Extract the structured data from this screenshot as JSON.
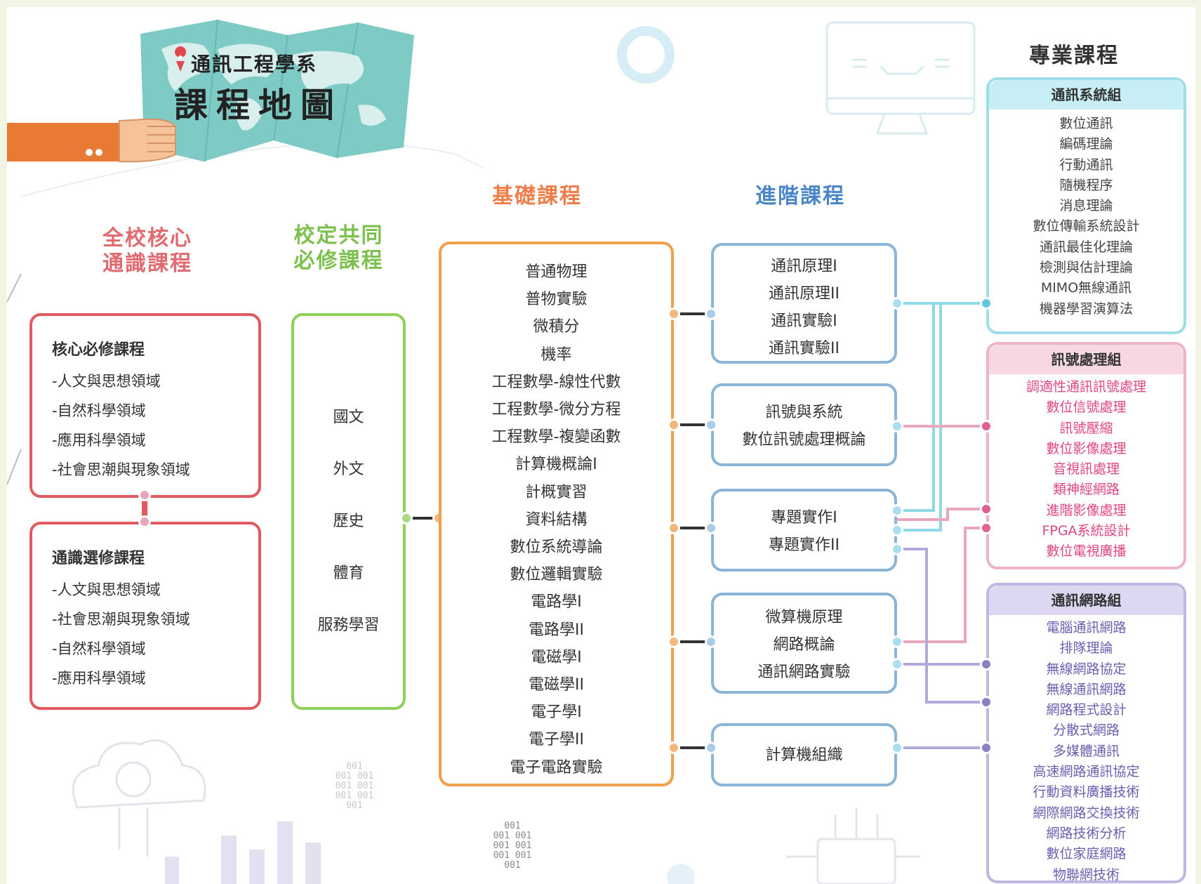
{
  "title": {
    "department": "通訊工程學系",
    "map": "課程地圖"
  },
  "headings": {
    "core": [
      "全校核心",
      "通識課程"
    ],
    "required": [
      "校定共同",
      "必修課程"
    ],
    "basic": "基礎課程",
    "advanced": "進階課程",
    "professional": "專業課程"
  },
  "core": {
    "required_title": "核心必修課程",
    "required_items": [
      "-人文與思想領域",
      "-自然科學領域",
      "-應用科學領域",
      "-社會思潮與現象領域"
    ],
    "elective_title": "通識選修課程",
    "elective_items": [
      "-人文與思想領域",
      "-社會思潮與現象領域",
      "-自然科學領域",
      "-應用科學領域"
    ]
  },
  "common_required": [
    "國文",
    "外文",
    "歷史",
    "體育",
    "服務學習"
  ],
  "basic_courses": [
    "普通物理",
    "普物實驗",
    "微積分",
    "機率",
    "工程數學-線性代數",
    "工程數學-微分方程",
    "工程數學-複變函數",
    "計算機概論I",
    "計概實習",
    "資料結構",
    "數位系統導論",
    "數位邏輯實驗",
    "電路學I",
    "電路學II",
    "電磁學I",
    "電磁學II",
    "電子學I",
    "電子學II",
    "電子電路實驗"
  ],
  "advanced_groups": [
    [
      "通訊原理I",
      "通訊原理II",
      "通訊實驗I",
      "通訊實驗II"
    ],
    [
      "訊號與系統",
      "數位訊號處理概論"
    ],
    [
      "專題實作I",
      "專題實作II"
    ],
    [
      "微算機原理",
      "網路概論",
      "通訊網路實驗"
    ],
    [
      "計算機組織"
    ]
  ],
  "professional_groups": [
    {
      "name": "通訊系統組",
      "color": "#7fd3e3",
      "items": [
        "數位通訊",
        "編碼理論",
        "行動通訊",
        "隨機程序",
        "消息理論",
        "數位傳輸系統設計",
        "通訊最佳化理論",
        "檢測與估計理論",
        "MIMO無線通訊",
        "機器學習演算法"
      ]
    },
    {
      "name": "訊號處理組",
      "color": "#e8a3bb",
      "items": [
        "調適性通訊訊號處理",
        "數位信號處理",
        "訊號壓縮",
        "數位影像處理",
        "音視訊處理",
        "類神經網路",
        "進階影像處理",
        "FPGA系統設計",
        "數位電視廣播"
      ]
    },
    {
      "name": "通訊網路組",
      "color": "#b4a9dc",
      "items": [
        "電腦通訊網路",
        "排隊理論",
        "無線網路協定",
        "無線通訊網路",
        "網路程式設計",
        "分散式網路",
        "多媒體通訊",
        "高速網路通訊協定",
        "行動資料廣播技術",
        "網際網路交換技術",
        "網路技術分析",
        "數位家庭網路",
        "物聯網技術"
      ]
    }
  ],
  "colors": {
    "core": "#e05a5f",
    "required": "#8fcf5a",
    "basic": "#f0a04b",
    "advanced": "#7fb1d6",
    "system": "#5ec9de",
    "signal": "#e0608f",
    "network": "#8c7fc4",
    "map_bg": "#78c9c4",
    "sleeve": "#e97a34"
  },
  "decor": {
    "binary": [
      "001",
      "001 001",
      "001 001",
      "001 001",
      "001"
    ]
  }
}
